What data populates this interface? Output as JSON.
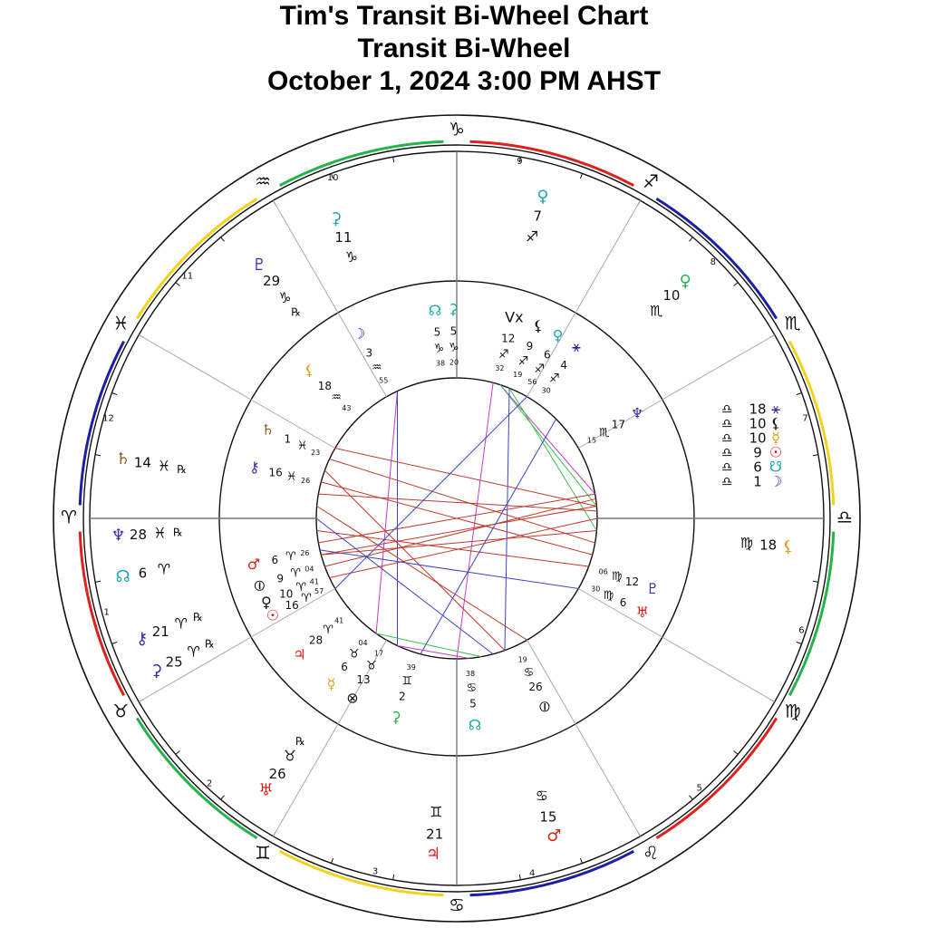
{
  "titles": {
    "line1": "Tim's Transit Bi-Wheel Chart",
    "line2": "Transit Bi-Wheel",
    "line3": "October 1, 2024 3:00 PM AHST"
  },
  "colors": {
    "red": "#e0201b",
    "blue": "#1b1fa8",
    "green": "#22b44a",
    "yellow": "#f2d21b",
    "teal": "#1aa8b0",
    "purple": "#3a2ca8",
    "brown": "#8b5a1a",
    "gold": "#d9a21b",
    "black": "#111111",
    "aspect_red": "#c0392b",
    "aspect_blue": "#3b45c4",
    "aspect_green": "#3fbf4f",
    "aspect_magenta": "#c43bc4"
  },
  "signs": [
    {
      "glyph": "♑",
      "angle": 90
    },
    {
      "glyph": "♐",
      "angle": 60
    },
    {
      "glyph": "♏",
      "angle": 30
    },
    {
      "glyph": "♎",
      "angle": 0
    },
    {
      "glyph": "♍",
      "angle": -30
    },
    {
      "glyph": "♌",
      "angle": -60
    },
    {
      "glyph": "♋",
      "angle": -90
    },
    {
      "glyph": "♊",
      "angle": -120
    },
    {
      "glyph": "♉",
      "angle": -150
    },
    {
      "glyph": "♈",
      "angle": 180
    },
    {
      "glyph": "♓",
      "angle": 150
    },
    {
      "glyph": "♒",
      "angle": 120
    }
  ],
  "house_numbers": [
    {
      "label": "10",
      "angle": 110
    },
    {
      "label": "9",
      "angle": 80
    },
    {
      "label": "8",
      "angle": 45
    },
    {
      "label": "7",
      "angle": 16
    },
    {
      "label": "6",
      "angle": -18
    },
    {
      "label": "5",
      "angle": -48
    },
    {
      "label": "4",
      "angle": -78
    },
    {
      "label": "3",
      "angle": -103
    },
    {
      "label": "2",
      "angle": -133
    },
    {
      "label": "1",
      "angle": -165
    },
    {
      "label": "12",
      "angle": 164
    },
    {
      "label": "11",
      "angle": 138
    }
  ],
  "transits": [
    {
      "glyph": "⚳",
      "color": "teal",
      "angle": 112,
      "r": 334,
      "deg": "11",
      "sign": "♑"
    },
    {
      "glyph": "♀",
      "color": "teal",
      "angle": 75,
      "r": 345,
      "deg": "7",
      "sign": "♐"
    },
    {
      "glyph": "♀",
      "color": "green",
      "angle": 46,
      "r": 341,
      "deg": "10",
      "sign": "♏"
    },
    {
      "glyph": "♇",
      "color": "purple",
      "angle": 128,
      "r": 332,
      "deg": "29",
      "sign": "♑",
      "extra": "℞"
    },
    {
      "glyph": "♄",
      "color": "brown",
      "angle": 170,
      "r": 352,
      "deg": "14",
      "sign": "♓",
      "extra": "℞"
    },
    {
      "glyph": "♆",
      "color": "purple",
      "angle": 183,
      "r": 352,
      "deg": "28",
      "sign": "♓",
      "extra": "℞"
    },
    {
      "glyph": "☊",
      "color": "teal",
      "angle": 190,
      "r": 352,
      "deg": "6",
      "sign": "♈"
    },
    {
      "glyph": "⚷",
      "color": "purple",
      "angle": 201,
      "r": 350,
      "deg": "21",
      "sign": "♈",
      "extra": "℞"
    },
    {
      "glyph": "⚳",
      "color": "purple",
      "angle": 207,
      "r": 350,
      "deg": "25",
      "sign": "♈",
      "extra": "℞"
    },
    {
      "glyph": "♅",
      "color": "red",
      "angle": 235,
      "r": 345,
      "deg": "26",
      "sign": "♉",
      "extra": "℞"
    },
    {
      "glyph": "♃",
      "color": "red",
      "angle": 266,
      "r": 350,
      "deg": "21",
      "sign": "♊"
    },
    {
      "glyph": "♂",
      "color": "red",
      "angle": 287,
      "r": 345,
      "deg": "15",
      "sign": "♋"
    },
    {
      "glyph": "⚸",
      "color": "gold",
      "angle": 355,
      "r": 345,
      "deg": "18",
      "sign": "♍"
    }
  ],
  "transit_stack": {
    "glyphs": [
      "⚹",
      "⚸",
      "☿",
      "☉",
      "☋",
      "☽"
    ],
    "degs": [
      "18",
      "10",
      "10",
      "9",
      "6",
      "1"
    ],
    "sign": "♎"
  },
  "natal": [
    {
      "glyph": "☊",
      "color": "teal",
      "angle": 96,
      "r": 250,
      "deg": "5",
      "sign": "♑",
      "min": "38",
      "extra": "℞"
    },
    {
      "glyph": "⚳",
      "color": "teal",
      "angle": 91,
      "r": 250,
      "deg": "5",
      "sign": "♑",
      "min": "20"
    },
    {
      "glyph": "☽",
      "color": "purple",
      "angle": 118,
      "r": 250,
      "deg": "3",
      "sign": "♒",
      "min": "55"
    },
    {
      "glyph": "⚸",
      "color": "gold",
      "angle": 135,
      "r": 250,
      "deg": "18",
      "sign": "♒",
      "min": "43"
    },
    {
      "glyph": "♄",
      "color": "brown",
      "angle": 155,
      "r": 250,
      "deg": "1",
      "sign": "♓",
      "min": "23"
    },
    {
      "glyph": "⚷",
      "color": "purple",
      "angle": 166,
      "r": 250,
      "deg": "16",
      "sign": "♓",
      "min": "26"
    },
    {
      "glyph": "♂",
      "color": "red",
      "angle": 193,
      "r": 250,
      "deg": "6",
      "sign": "♈",
      "min": "26"
    },
    {
      "glyph": "⦶",
      "color": "black",
      "angle": 199,
      "r": 250,
      "deg": "9",
      "sign": "♈",
      "min": "04"
    },
    {
      "glyph": "♀",
      "color": "black",
      "angle": 204,
      "r": 250,
      "deg": "10",
      "sign": "♈",
      "min": "41"
    },
    {
      "glyph": "☉",
      "color": "red",
      "angle": 208,
      "r": 250,
      "deg": "16",
      "sign": "♈",
      "min": "57"
    },
    {
      "glyph": "♃",
      "color": "red",
      "angle": 221,
      "r": 250,
      "deg": "28",
      "sign": "♈",
      "min": "41"
    },
    {
      "glyph": "☿",
      "color": "gold",
      "angle": 233,
      "r": 250,
      "deg": "6",
      "sign": "♉",
      "min": "04"
    },
    {
      "glyph": "⊗",
      "color": "black",
      "angle": 240,
      "r": 250,
      "deg": "13",
      "sign": "♉",
      "min": "17"
    },
    {
      "glyph": "⚳",
      "color": "green",
      "angle": 253,
      "r": 250,
      "deg": "2",
      "sign": "♊",
      "min": "39"
    },
    {
      "glyph": "☊",
      "color": "teal",
      "angle": 275,
      "r": 250,
      "deg": "5",
      "sign": "♋",
      "min": "38",
      "extra": "℞"
    },
    {
      "glyph": "⦶",
      "color": "black",
      "angle": 295,
      "r": 250,
      "deg": "26",
      "sign": "♋",
      "min": "19"
    },
    {
      "glyph": "♇",
      "color": "purple",
      "angle": 340,
      "r": 250,
      "deg": "12",
      "sign": "♍",
      "min": "06",
      "extra": "℞"
    },
    {
      "glyph": "♅",
      "color": "red",
      "angle": 333,
      "r": 250,
      "deg": "6",
      "sign": "♍",
      "min": "30",
      "extra": "℞"
    },
    {
      "glyph": "♆",
      "color": "purple",
      "angle": 30,
      "r": 250,
      "deg": "17",
      "sign": "♏",
      "min": "15",
      "extra": "℞"
    },
    {
      "glyph": "Vx",
      "color": "black",
      "angle": 74,
      "r": 250,
      "deg": "12",
      "sign": "♐",
      "min": "32",
      "extra": "℞"
    },
    {
      "glyph": "⚸",
      "color": "black",
      "angle": 67,
      "r": 250,
      "deg": "9",
      "sign": "♐",
      "min": "19"
    },
    {
      "glyph": "♀",
      "color": "teal",
      "angle": 61,
      "r": 250,
      "deg": "6",
      "sign": "♐",
      "min": "56",
      "extra": "℞"
    },
    {
      "glyph": "⚹",
      "color": "blue",
      "angle": 55,
      "r": 250,
      "deg": "4",
      "sign": "♐",
      "min": "30"
    }
  ],
  "aspects": [
    {
      "a": 115,
      "b": 235,
      "color": "aspect_magenta"
    },
    {
      "a": 115,
      "b": 245,
      "color": "aspect_blue"
    },
    {
      "a": 72,
      "b": 10,
      "color": "aspect_magenta"
    },
    {
      "a": 72,
      "b": 5,
      "color": "aspect_green"
    },
    {
      "a": 68,
      "b": -5,
      "color": "aspect_green"
    },
    {
      "a": 68,
      "b": -70,
      "color": "aspect_blue"
    },
    {
      "a": 75,
      "b": -90,
      "color": "aspect_magenta"
    },
    {
      "a": 10,
      "b": 190,
      "color": "aspect_red"
    },
    {
      "a": 5,
      "b": 195,
      "color": "aspect_red"
    },
    {
      "a": 8,
      "b": 200,
      "color": "aspect_red"
    },
    {
      "a": 0,
      "b": 205,
      "color": "aspect_red"
    },
    {
      "a": 3,
      "b": 170,
      "color": "aspect_red"
    },
    {
      "a": 155,
      "b": -10,
      "color": "aspect_red"
    },
    {
      "a": 150,
      "b": 5,
      "color": "aspect_red"
    },
    {
      "a": 165,
      "b": -15,
      "color": "aspect_red"
    },
    {
      "a": 160,
      "b": -70,
      "color": "aspect_red"
    },
    {
      "a": 185,
      "b": -20,
      "color": "aspect_red"
    },
    {
      "a": 175,
      "b": -60,
      "color": "aspect_red"
    },
    {
      "a": 193,
      "b": -30,
      "color": "aspect_blue"
    },
    {
      "a": 180,
      "b": -75,
      "color": "aspect_blue"
    },
    {
      "a": 210,
      "b": 60,
      "color": "aspect_blue"
    },
    {
      "a": 255,
      "b": 45,
      "color": "aspect_blue"
    },
    {
      "a": 235,
      "b": -80,
      "color": "aspect_green"
    },
    {
      "a": 245,
      "b": -85,
      "color": "aspect_magenta"
    },
    {
      "a": 195,
      "b": -5,
      "color": "aspect_red"
    }
  ]
}
